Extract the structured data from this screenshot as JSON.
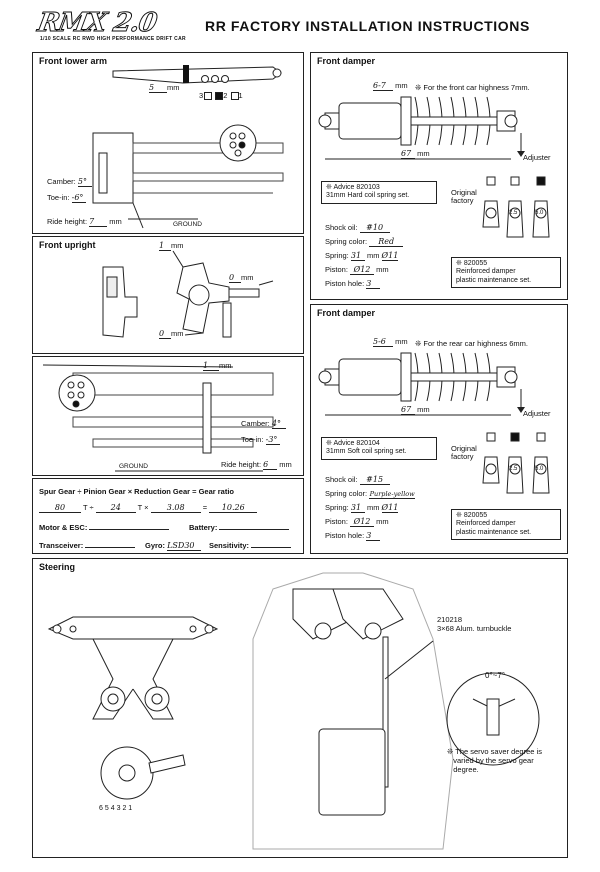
{
  "header": {
    "logo": "RMX 2.0",
    "subtitle": "1/10 SCALE RC RWD HIGH PERFORMANCE DRIFT CAR",
    "title": "RR FACTORY INSTALLATION INSTRUCTIONS"
  },
  "front_lower_arm": {
    "title": "Front lower arm",
    "value": "5",
    "unit": "mm",
    "holes": [
      "3",
      "2",
      "1"
    ],
    "camber_label": "Camber:",
    "camber_value": "5°",
    "toein_label": "Toe-in:",
    "toein_value": "-6°",
    "ride_label": "Ride height:",
    "ride_value": "7",
    "ride_unit": "mm",
    "ground": "GROUND"
  },
  "front_upright": {
    "title": "Front upright",
    "top_value": "1",
    "top_unit": "mm",
    "right_value": "0",
    "right_unit": "mm",
    "bottom_value": "0",
    "bottom_unit": "mm"
  },
  "rear_section": {
    "top_value": "1",
    "top_unit": "mm",
    "camber_label": "Camber:",
    "camber_value": "4°",
    "toein_label": "Toe-in:",
    "toein_value": "-3°",
    "ride_label": "Ride height:",
    "ride_value": "6",
    "ride_unit": "mm",
    "ground": "GROUND"
  },
  "front_damper": {
    "title": "Front damper",
    "gap_value": "6-7",
    "gap_unit": "mm",
    "note": "For the front car highness 7mm.",
    "length_value": "67",
    "length_unit": "mm",
    "adjuster": "Adjuster",
    "advice_1": "Advice 820103",
    "advice_2": "31mm Hard coil spring set.",
    "original": "Original factory",
    "collar_labels": [
      "2.5",
      "5.0"
    ],
    "shock_oil_label": "Shock oil:",
    "shock_oil_value": "#10",
    "spring_color_label": "Spring color:",
    "spring_color_value": "Red",
    "spring_label": "Spring:",
    "spring_value": "31",
    "spring_unit": "mm",
    "spring_dia": "Ø11",
    "piston_label": "Piston:",
    "piston_value": "Ø12",
    "piston_unit": "mm",
    "piston_hole_label": "Piston hole:",
    "piston_hole_value": "3",
    "maint_1": "820055",
    "maint_2": "Reinforced damper",
    "maint_3": "plastic maintenance set."
  },
  "rear_damper": {
    "title": "Front damper",
    "gap_value": "5-6",
    "gap_unit": "mm",
    "note": "For the rear car highness 6mm.",
    "length_value": "67",
    "length_unit": "mm",
    "adjuster": "Adjuster",
    "advice_1": "Advice 820104",
    "advice_2": "31mm Soft coil spring set.",
    "original": "Original factory",
    "collar_labels": [
      "2.5",
      "5.0"
    ],
    "shock_oil_label": "Shock oil:",
    "shock_oil_value": "#15",
    "spring_color_label": "Spring color:",
    "spring_color_value": "Purple-yellow",
    "spring_label": "Spring:",
    "spring_value": "31",
    "spring_unit": "mm",
    "spring_dia": "Ø11",
    "piston_label": "Piston:",
    "piston_value": "Ø12",
    "piston_unit": "mm",
    "piston_hole_label": "Piston hole:",
    "piston_hole_value": "3",
    "maint_1": "820055",
    "maint_2": "Reinforced damper",
    "maint_3": "plastic maintenance set."
  },
  "gear": {
    "formula": "Spur Gear ÷ Pinion Gear × Reduction Gear = Gear ratio",
    "spur": "80",
    "pinion": "24",
    "reduction": "3.08",
    "ratio": "10.26",
    "op1": "T ÷",
    "op2": "T ×",
    "op3": "=",
    "motor_label": "Motor & ESC:",
    "battery_label": "Battery:",
    "transceiver_label": "Transceiver:",
    "gyro_label": "Gyro:",
    "gyro_value": "LSD30",
    "sensitivity_label": "Sensitivity:"
  },
  "steering": {
    "title": "Steering",
    "turnbuckle_1": "210218",
    "turnbuckle_2": "3×68  Alum. turnbuckle",
    "angle": "0°~7°",
    "servo_note_1": "The servo saver degree is",
    "servo_note_2": "varied by the servo gear",
    "servo_note_3": "degree.",
    "hole_numbers": [
      "6",
      "5",
      "4",
      "3",
      "2",
      "1"
    ]
  }
}
